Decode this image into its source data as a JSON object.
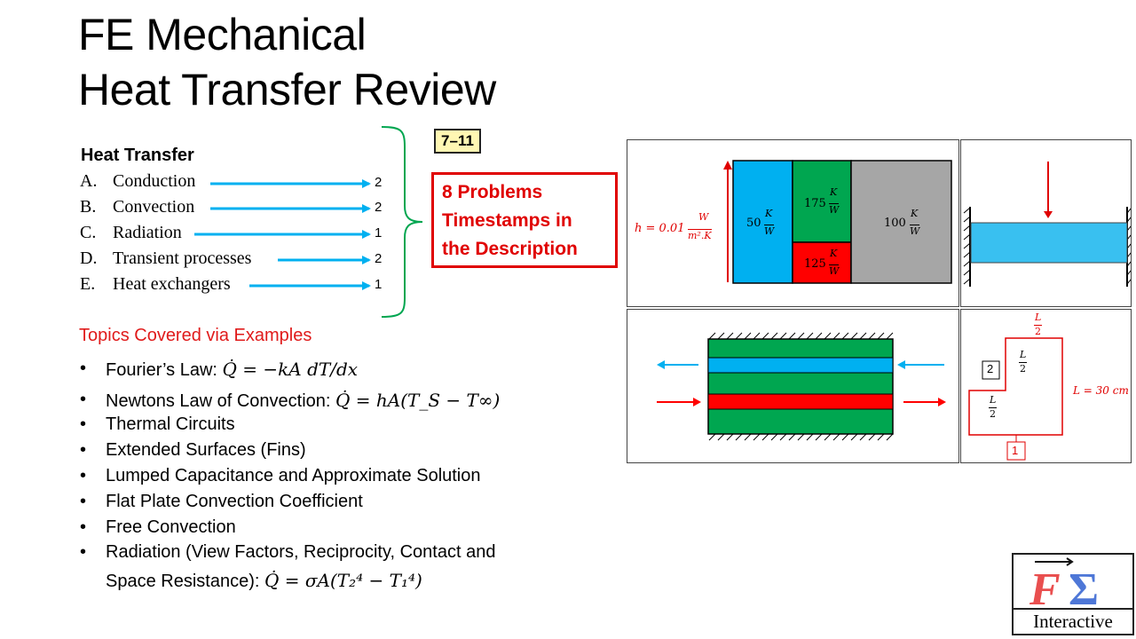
{
  "title": {
    "line1": "FE Mechanical",
    "line2": "Heat Transfer Review"
  },
  "heat_transfer": {
    "heading": "Heat Transfer",
    "topics": [
      {
        "letter": "A.",
        "name": "Conduction",
        "count": "2"
      },
      {
        "letter": "B.",
        "name": "Convection",
        "count": "2"
      },
      {
        "letter": "C.",
        "name": "Radiation",
        "count": "1"
      },
      {
        "letter": "D.",
        "name": "Transient processes",
        "count": "2"
      },
      {
        "letter": "E.",
        "name": "Heat exchangers",
        "count": "1"
      }
    ]
  },
  "range_badge": "7–11",
  "callout": {
    "line1": "8 Problems",
    "line2": "Timestamps in",
    "line3": "the Description"
  },
  "topics_covered": {
    "heading": "Topics Covered via Examples",
    "items": [
      {
        "text": "Fourier’s Law: ",
        "math": "Q̇ = −kA dT/dx"
      },
      {
        "text": "Newtons Law of Convection: ",
        "math": "Q̇ = hA(T_S − T∞)"
      },
      {
        "text": "Thermal Circuits",
        "math": ""
      },
      {
        "text": "Extended Surfaces (Fins)",
        "math": ""
      },
      {
        "text": "Lumped Capacitance and Approximate Solution",
        "math": ""
      },
      {
        "text": "Flat Plate Convection Coefficient",
        "math": ""
      },
      {
        "text": "Free Convection",
        "math": ""
      },
      {
        "text": "Radiation (View Factors, Reciprocity, Contact and",
        "math": ""
      },
      {
        "text": "Space Resistance): ",
        "math": "Q̇ = σA(T₂⁴ − T₁⁴)"
      }
    ]
  },
  "diagram_circuit": {
    "h_label": "h = 0.01",
    "h_unit_num": "W",
    "h_unit_den": "m².K",
    "r1_value": "50",
    "r2_value": "175",
    "r3_value": "125",
    "r4_value": "100",
    "unit_num": "K",
    "unit_den": "W",
    "colors": {
      "blue": "#00b0f0",
      "green": "#00a650",
      "red": "#ff0000",
      "gray": "#a6a6a6"
    }
  },
  "diagram_exchanger": {
    "colors": {
      "blue": "#00b0f0",
      "red": "#ff0000",
      "green": "#00a650"
    }
  },
  "diagram_enclosure": {
    "top_label_num": "L",
    "top_label_den": "2",
    "mid_label_num": "L",
    "mid_label_den": "2",
    "low_label_num": "L",
    "low_label_den": "2",
    "length_label": "L = 30 cm",
    "surface1": "1",
    "surface2": "2"
  },
  "logo": {
    "text": "Interactive",
    "mark": "FΣ"
  }
}
